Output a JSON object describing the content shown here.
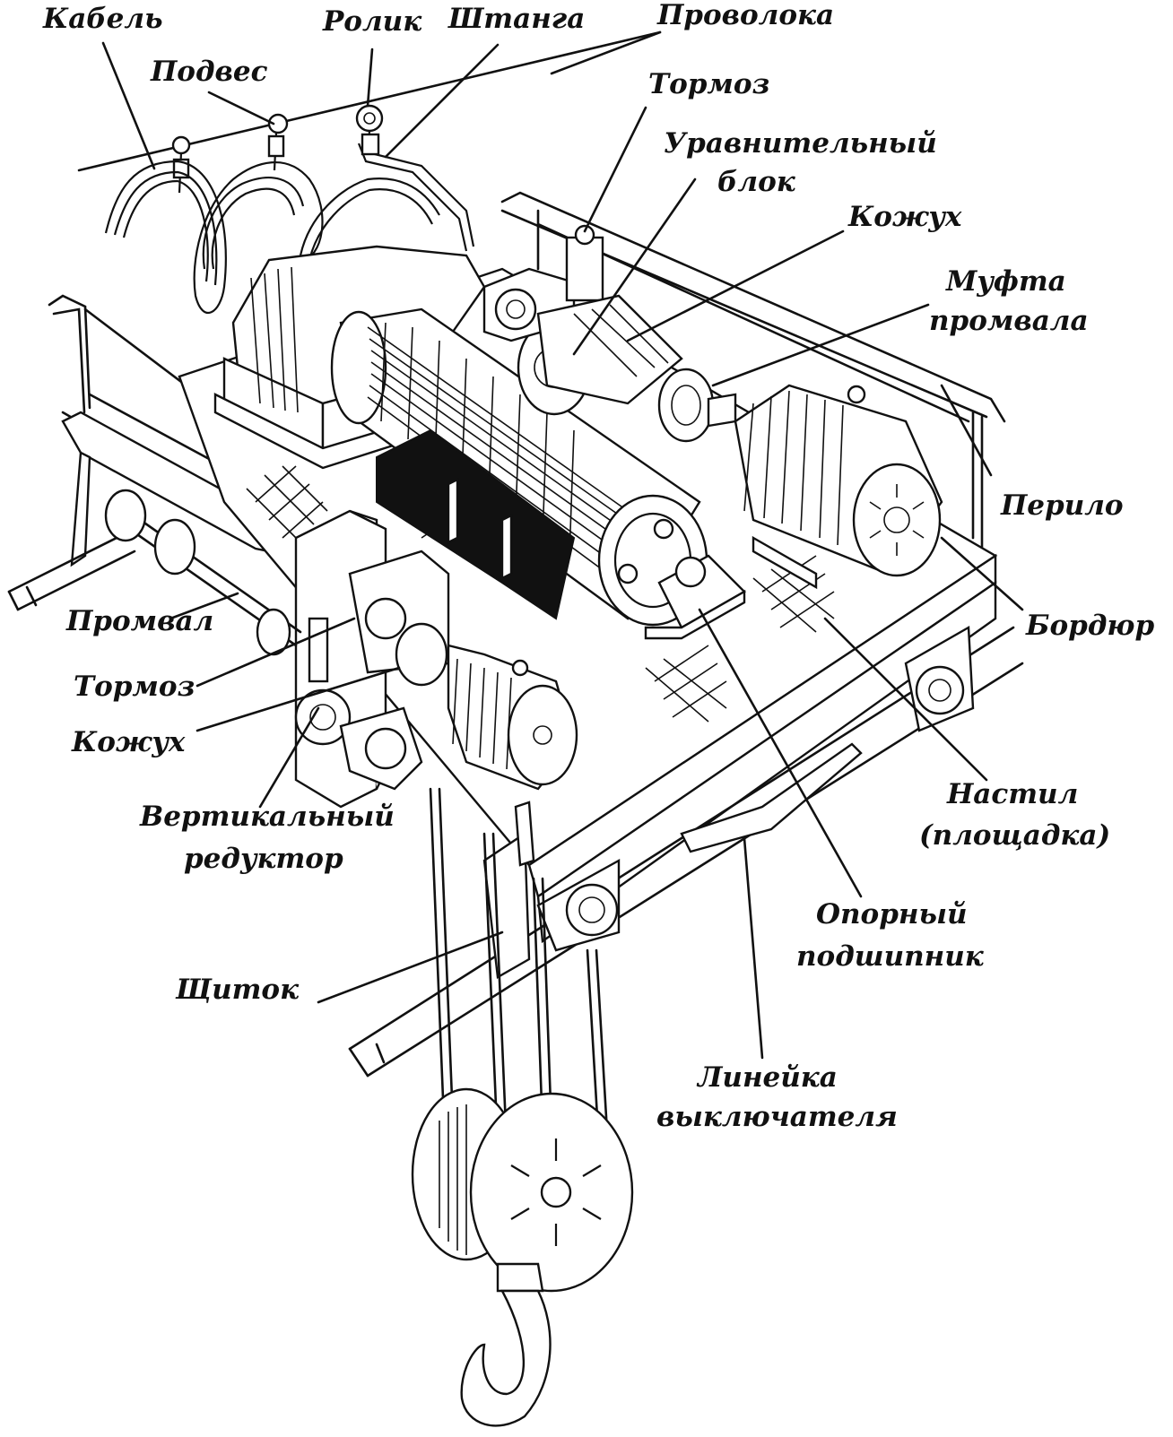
{
  "labels": {
    "kabel": "Кабель",
    "rolik": "Ролик",
    "shtanga": "Штанга",
    "provoloka": "Проволока",
    "podves": "Подвес",
    "tormoz_top": "Тормоз",
    "uravnitelny_1": "Уравнительный",
    "uravnitelny_2": "блок",
    "kozhukh_top": "Кожух",
    "mufta_1": "Муфта",
    "mufta_2": "промвала",
    "perilo": "Перило",
    "bordyur": "Бордюр",
    "promval": "Промвал",
    "tormoz_left": "Тормоз",
    "kozhukh_left": "Кожух",
    "vert_1": "Вертикальный",
    "vert_2": "редуктор",
    "nastil_1": "Настил",
    "nastil_2": "(площадка)",
    "opornyi_1": "Опорный",
    "opornyi_2": "подшипник",
    "shchitok": "Щиток",
    "lineyka_1": "Линейка",
    "lineyka_2": "выключателя"
  }
}
